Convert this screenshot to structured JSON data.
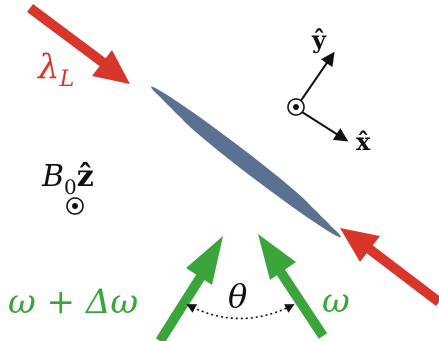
{
  "labels": {
    "laser_lambda": "λ",
    "laser_sub": "L",
    "y_axis": "ŷ",
    "x_axis": "x̂",
    "b_field": "B",
    "b_sub": "0",
    "b_vec": "ẑ",
    "omega_left": "ω + Δω",
    "theta": "θ",
    "omega_right": "ω"
  },
  "colors": {
    "laser": "#d9362b",
    "raman": "#3aa53a",
    "planes": "#5a7191",
    "text_dark": "#111111"
  },
  "icons": {
    "dot_markers": "dot-in-circle (out-of-plane)",
    "theta_arc": "double-headed dotted arc"
  }
}
